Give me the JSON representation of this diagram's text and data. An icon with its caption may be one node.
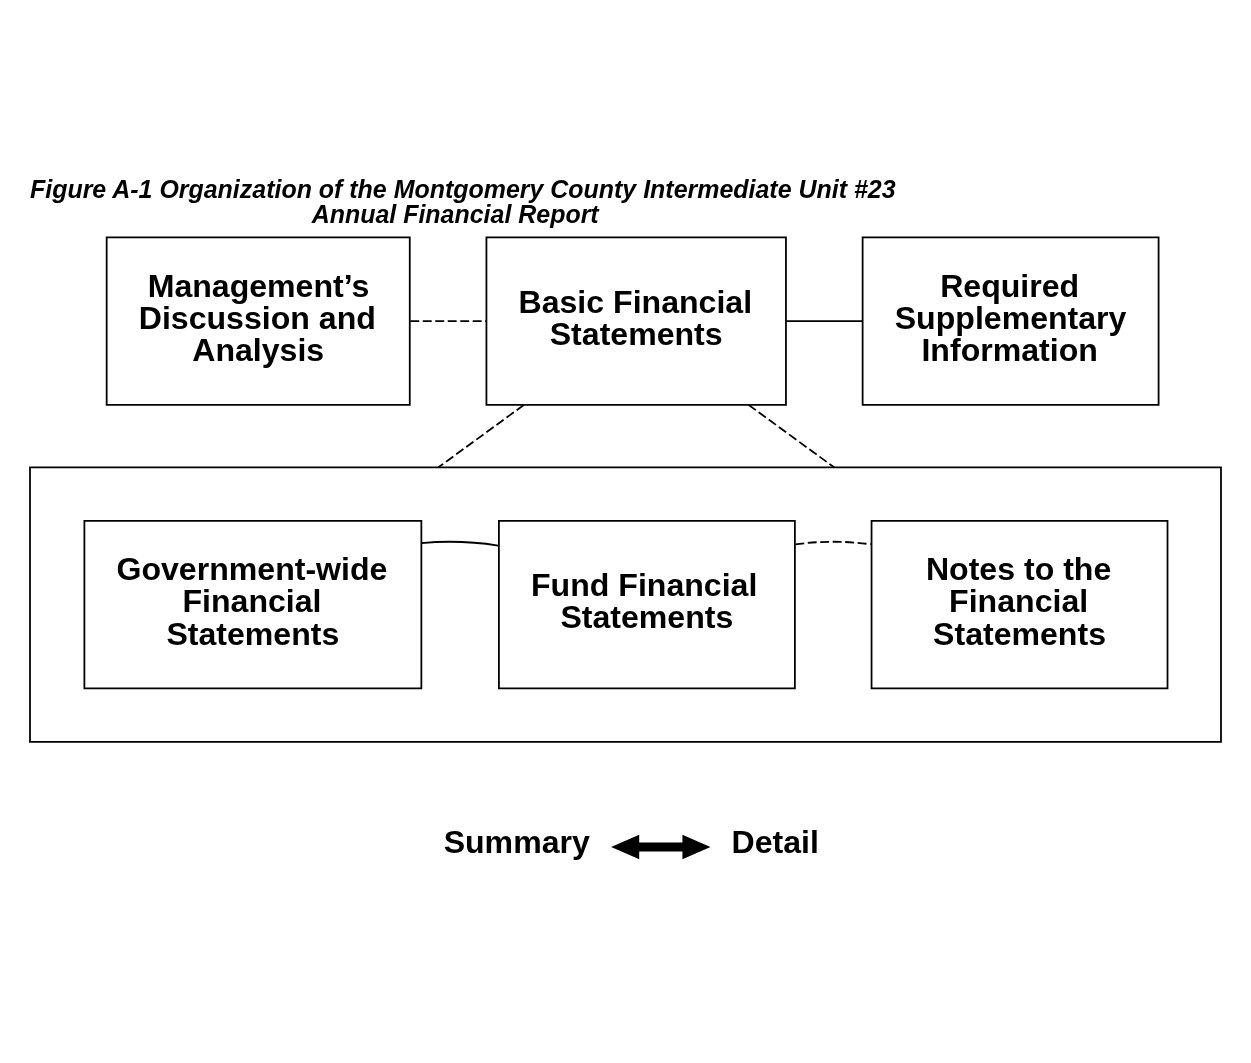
{
  "diagram": {
    "title": "Figure A-1 Organization of the Montgomery County Intermediate Unit #23 Annual Financial Report",
    "nodes": [
      {
        "text": [
          "Management’s Discussion and Analysis"
        ]
      },
      {
        "text": [
          "Basic Financial Statements"
        ]
      },
      {
        "text": [
          "Required Supplementary Information"
        ]
      },
      {
        "text": [],
        "shape": "box"
      },
      {
        "text": [
          "Government-wide Financial Statements"
        ],
        "in": 3
      },
      {
        "text": [
          "Fund Financial Statements"
        ],
        "in": 3
      },
      {
        "text": [
          "Notes to the Financial Statements"
        ],
        "in": 3
      },
      {
        "text": [
          "Summary"
        ]
      },
      {
        "text": [
          "Detail"
        ]
      }
    ],
    "edges": [
      {
        "from": 0,
        "to": 1,
        "arrow": "none",
        "style": "dashed"
      },
      {
        "from": 1,
        "to": 2,
        "arrow": "none"
      },
      {
        "from": 1,
        "to": 3,
        "arrow": "none",
        "style": "dashed"
      },
      {
        "from": 1,
        "to": 3,
        "arrow": "none",
        "style": "dashed"
      },
      {
        "from": 4,
        "to": 5,
        "arrow": "none"
      },
      {
        "from": 5,
        "to": 6,
        "arrow": "none",
        "style": "dashed"
      },
      {
        "from": 7,
        "to": 8,
        "arrow": "both",
        "style": "thick"
      }
    ]
  }
}
